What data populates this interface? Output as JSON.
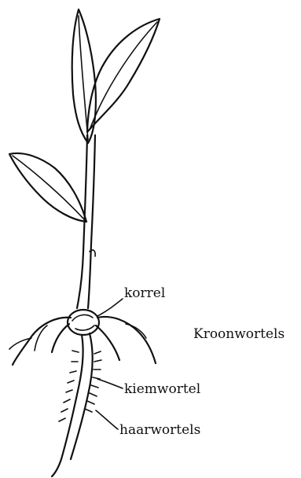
{
  "labels": {
    "korrel": "korrel",
    "kroonwortels": "Kroonwortels",
    "kiemwortel": "kiemwortel",
    "haarwortels": "haarwortels"
  },
  "colors": {
    "ink": "#111111",
    "background": "#ffffff"
  }
}
